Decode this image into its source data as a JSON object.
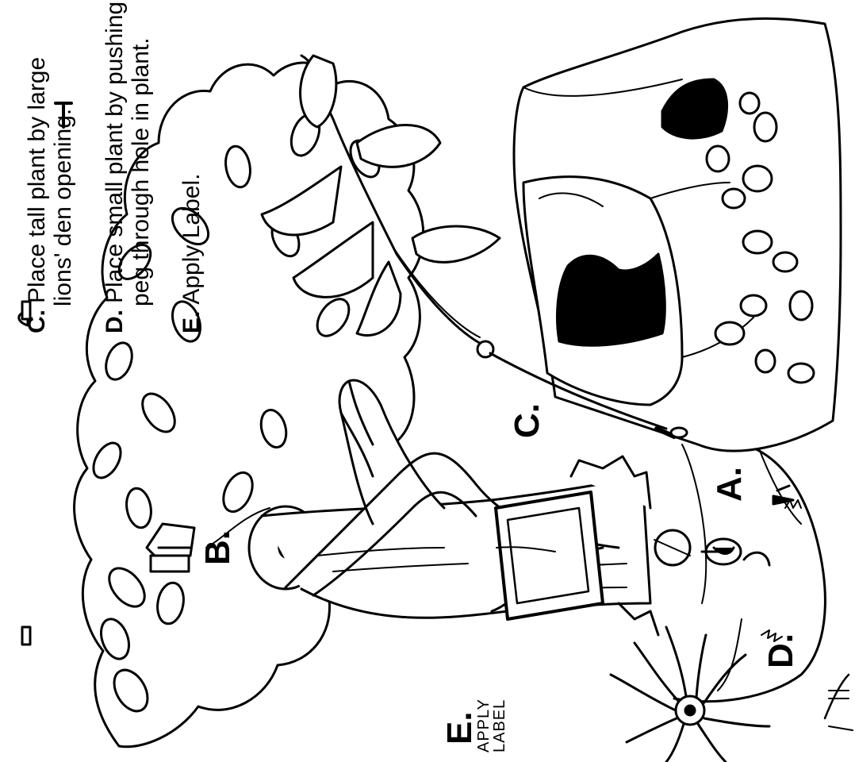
{
  "instructions": [
    {
      "letter": "C.",
      "line1": "Place tall plant by large",
      "line2": "lions' den opening."
    },
    {
      "letter": "D.",
      "line1": "Place small plant by pushing",
      "line2": "peg through hole in plant."
    },
    {
      "letter": "E.",
      "line1": "Apply Label.",
      "line2": ""
    }
  ],
  "callouts": {
    "a": "A.",
    "b": "B.",
    "c": "C.",
    "d": "D.",
    "e": "E."
  },
  "apply_label": {
    "line1": "APPLY",
    "line2": "LABEL"
  },
  "colors": {
    "ink": "#000000",
    "paper": "#ffffff"
  }
}
